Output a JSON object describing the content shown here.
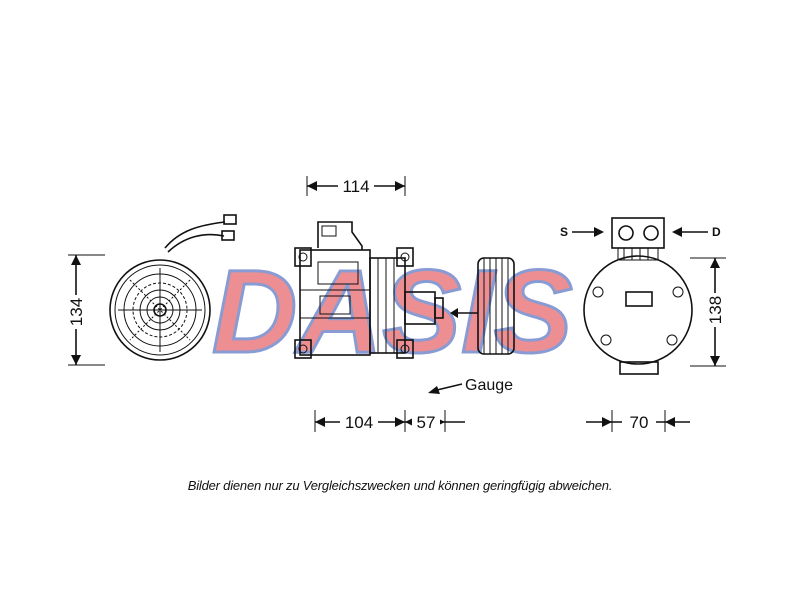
{
  "watermark": {
    "text": "DASIS",
    "color_red": "#e0343a",
    "color_blue": "#2a4bb0"
  },
  "dimensions": {
    "width_top": "114",
    "height_left": "134",
    "height_right": "138",
    "length_body": "104",
    "length_pulley": "57",
    "width_back": "70"
  },
  "labels": {
    "gauge": "Gauge",
    "suction_port": "S",
    "discharge_port": "D"
  },
  "caption": "Bilder dienen nur zu Vergleichszwecken und können geringfügig abweichen.",
  "colors": {
    "line": "#111111",
    "background": "#ffffff"
  }
}
